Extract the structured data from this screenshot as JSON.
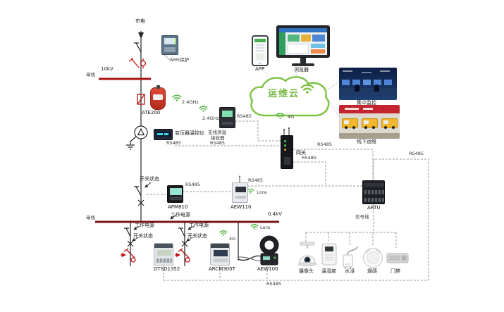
{
  "colors": {
    "accent_red": "#c01414",
    "bus_red": "#a81212",
    "cloud_green": "#7dc242",
    "wifi_green": "#58b847",
    "dashed_gray": "#999999"
  },
  "incoming": {
    "mains": "市电",
    "voltage": "10kV",
    "busbar": "母线",
    "relay_label": "AM5保护"
  },
  "temp_monitoring": {
    "sensor": "ATE200",
    "freq": "2.4GHz",
    "receiver_line1": "无线测温",
    "receiver_line2": "接收器"
  },
  "transformer": {
    "controller": "变压器温控仪"
  },
  "metering": {
    "switch_status": "开关状态",
    "work_power": "工作电源",
    "rs485": "RS485",
    "lora": "Lora",
    "apm810": "APM810",
    "aew110": "AEW110"
  },
  "lv": {
    "busbar": "母线",
    "voltage": "0.4kV",
    "dtsd1352": "DTSD1352",
    "arcm300t": "ARCM300T",
    "aew100": "AEW100",
    "net_4g": "4G"
  },
  "comm": {
    "gateway": "网关",
    "net_4g": "4G",
    "rs485": "RS485",
    "artu": "ARTU",
    "signal_line": "信号线"
  },
  "cloud": {
    "name": "运维云",
    "app": "APP",
    "browser": "浏览器",
    "central_monitoring": "集中监控",
    "offline_ops": "线下运维"
  },
  "sensors": {
    "camera": "摄像头",
    "temp_humidity": "温湿度",
    "water": "水浸",
    "smoke": "烟感",
    "door": "门禁"
  }
}
